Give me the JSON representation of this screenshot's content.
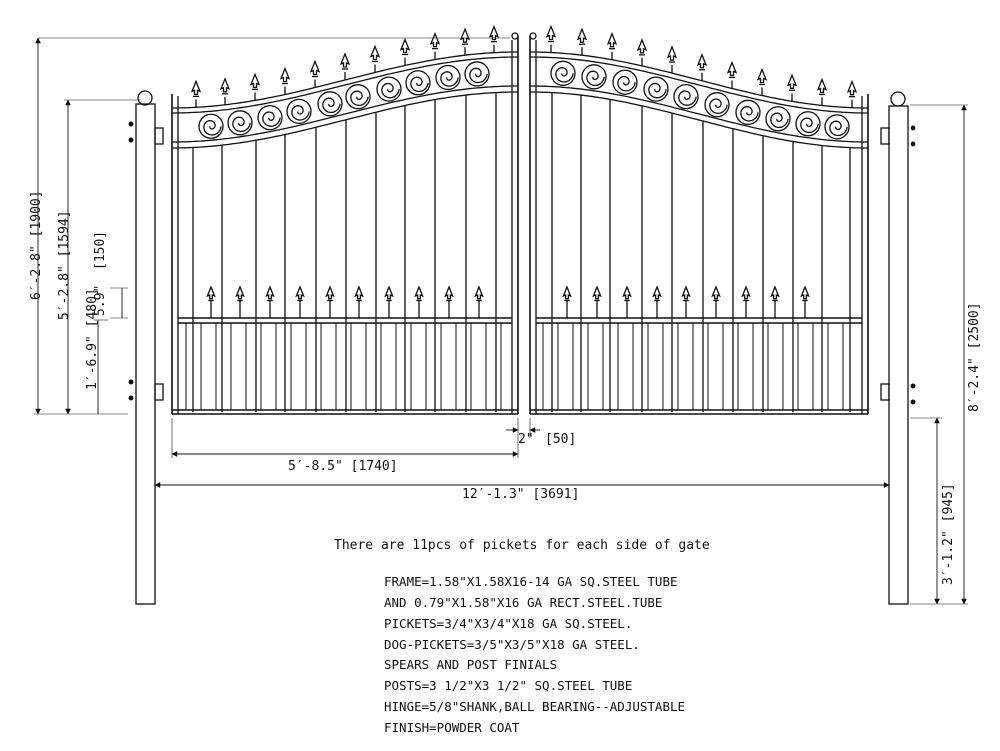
{
  "dimensions": {
    "overall_height": "6′-2.8\" [1900]",
    "frame_height": "5′-2.8\" [1594]",
    "top_rail_band": "[150]",
    "dog_picket_zone": "5.9\"",
    "lower_zone": "1′-6.9\" [480]",
    "post_height": "8′-2.4\" [2500]",
    "post_embed": "3′-1.2\" [945]",
    "gap": "2\"",
    "gap_mm": "[50]",
    "leaf_width": "5′-8.5\" [1740]",
    "overall_width": "12′-1.3\" [3691]"
  },
  "note": "There are 11pcs of pickets for each side of gate",
  "specs": [
    "FRAME=1.58\"X1.58X16-14 GA SQ.STEEL TUBE",
    "AND 0.79\"X1.58\"X16 GA RECT.STEEL.TUBE",
    "PICKETS=3/4\"X3/4\"X18 GA SQ.STEEL.",
    "DOG-PICKETS=3/5\"X3/5\"X18 GA STEEL.",
    "SPEARS AND POST FINIALS",
    "POSTS=3 1/2\"X3 1/2\" SQ.STEEL TUBE",
    "HINGE=5/8\"SHANK,BALL BEARING--ADJUSTABLE",
    "FINISH=POWDER COAT"
  ],
  "colors": {
    "line": "#111111",
    "background": "#ffffff"
  }
}
